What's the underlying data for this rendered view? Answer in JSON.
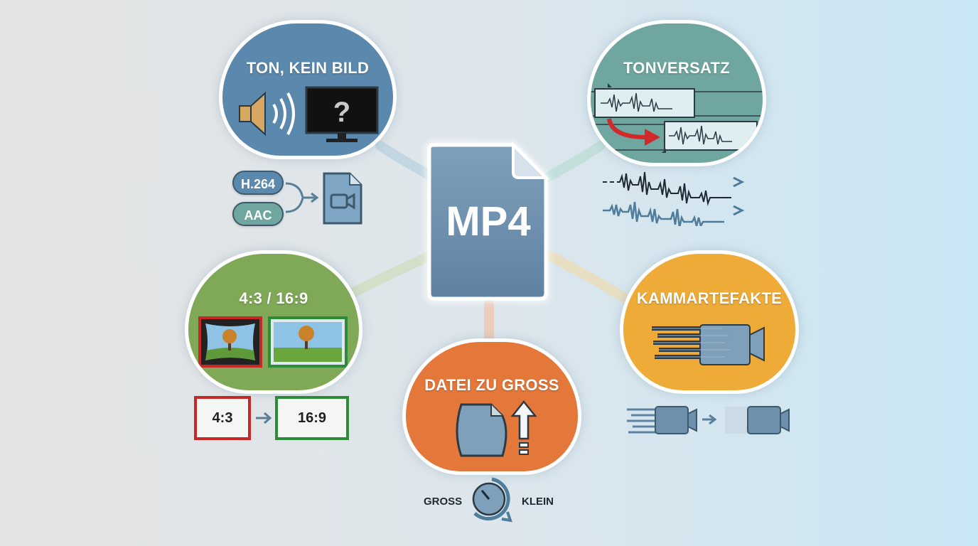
{
  "center": {
    "label": "MP4"
  },
  "topics": {
    "audio_no_video": {
      "title": "TON, KEIN BILD",
      "color": "#5b88ad"
    },
    "audio_offset": {
      "title": "TONVERSATZ",
      "color": "#6fa7a0"
    },
    "aspect_ratio": {
      "title": "4:3 / 16:9",
      "color": "#7fa956"
    },
    "comb_artifacts": {
      "title": "KAMMARTEFAKTE",
      "color": "#eeab38"
    },
    "file_too_large": {
      "title": "DATEI ZU GROSS",
      "color": "#e4773a"
    }
  },
  "codecs": {
    "video": "H.264",
    "audio": "AAC"
  },
  "ratio_conversion": {
    "from": "4:3",
    "to": "16:9"
  },
  "compression": {
    "from": "GROSS",
    "to": "KLEIN"
  },
  "icons": {
    "speaker": "speaker-icon",
    "monitor": "monitor-question-icon",
    "video_file": "video-file-icon",
    "dial": "compression-dial-icon"
  }
}
